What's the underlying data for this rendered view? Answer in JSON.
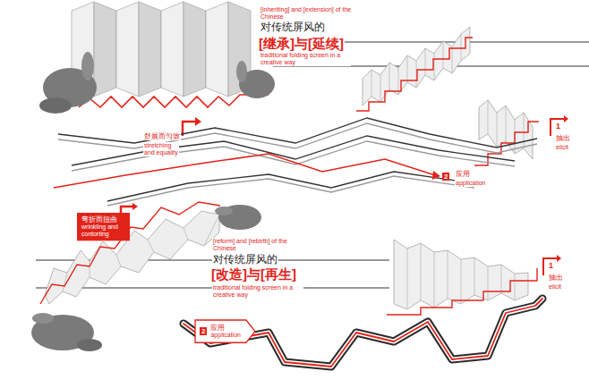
{
  "diagram": {
    "nodes": [
      {
        "text": [
          "弯折而扭曲",
          "wrinkling and contorting"
        ]
      },
      {
        "text": [
          "2",
          "应用",
          "application"
        ]
      }
    ],
    "labels": [
      "[inheriting] and [extension] of the Chinese",
      "对传统屏风的",
      "[继承]与[延续]",
      "traditional folding screen in a creative way",
      "舒展而匀致",
      "stretching and equality",
      "1",
      "抽出",
      "elicit",
      "2",
      "应用",
      "application",
      "[reform] and [rebirth] of the Chinese",
      "对传统屏风的",
      "[改造]与[再生]",
      "traditional folding screen in a creative way",
      "1",
      "抽出",
      "elicit"
    ]
  }
}
